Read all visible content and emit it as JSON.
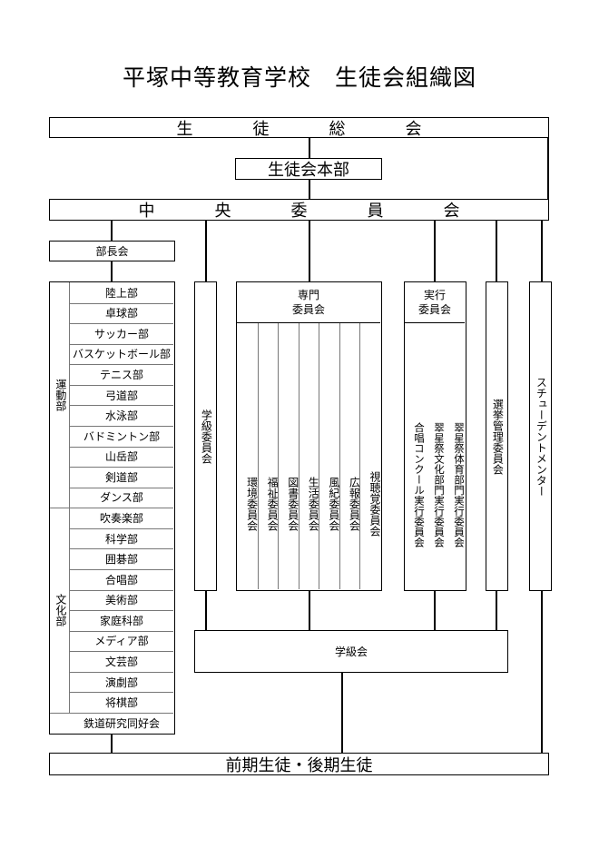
{
  "title": "平塚中等教育学校　生徒会組織図",
  "general_assembly": "生　徒　総　会",
  "executive": "生徒会本部",
  "central_committee": "中　央　委　員　会",
  "club_leaders": "部長会",
  "athletic_label": "運動部",
  "culture_label": "文化部",
  "athletic_clubs": [
    "陸上部",
    "卓球部",
    "サッカー部",
    "バスケットボール部",
    "テニス部",
    "弓道部",
    "水泳部",
    "バドミントン部",
    "山岳部",
    "剣道部",
    "ダンス部"
  ],
  "culture_clubs": [
    "吹奏楽部",
    "科学部",
    "囲碁部",
    "合唱部",
    "美術部",
    "家庭科部",
    "メディア部",
    "文芸部",
    "演劇部",
    "将棋部"
  ],
  "hobby_club": "鉄道研究同好会",
  "class_committee": "学級委員会",
  "specialist_header": "専門\n委員会",
  "specialist_committees": [
    "環境委員会",
    "福祉委員会",
    "図書委員会",
    "生活委員会",
    "風紀委員会",
    "広報委員会",
    "視聴覚委員会"
  ],
  "executive_header": "実行\n委員会",
  "executive_committees": [
    "合唱コンクール実行委員会",
    "翠星祭文化部門実行委員会",
    "翠星祭体育部門実行委員会"
  ],
  "election_committee": "選挙管理委員会",
  "student_mentor": "スチューデントメンター",
  "class_meeting": "学級会",
  "students": "前期生徒・後期生徒"
}
